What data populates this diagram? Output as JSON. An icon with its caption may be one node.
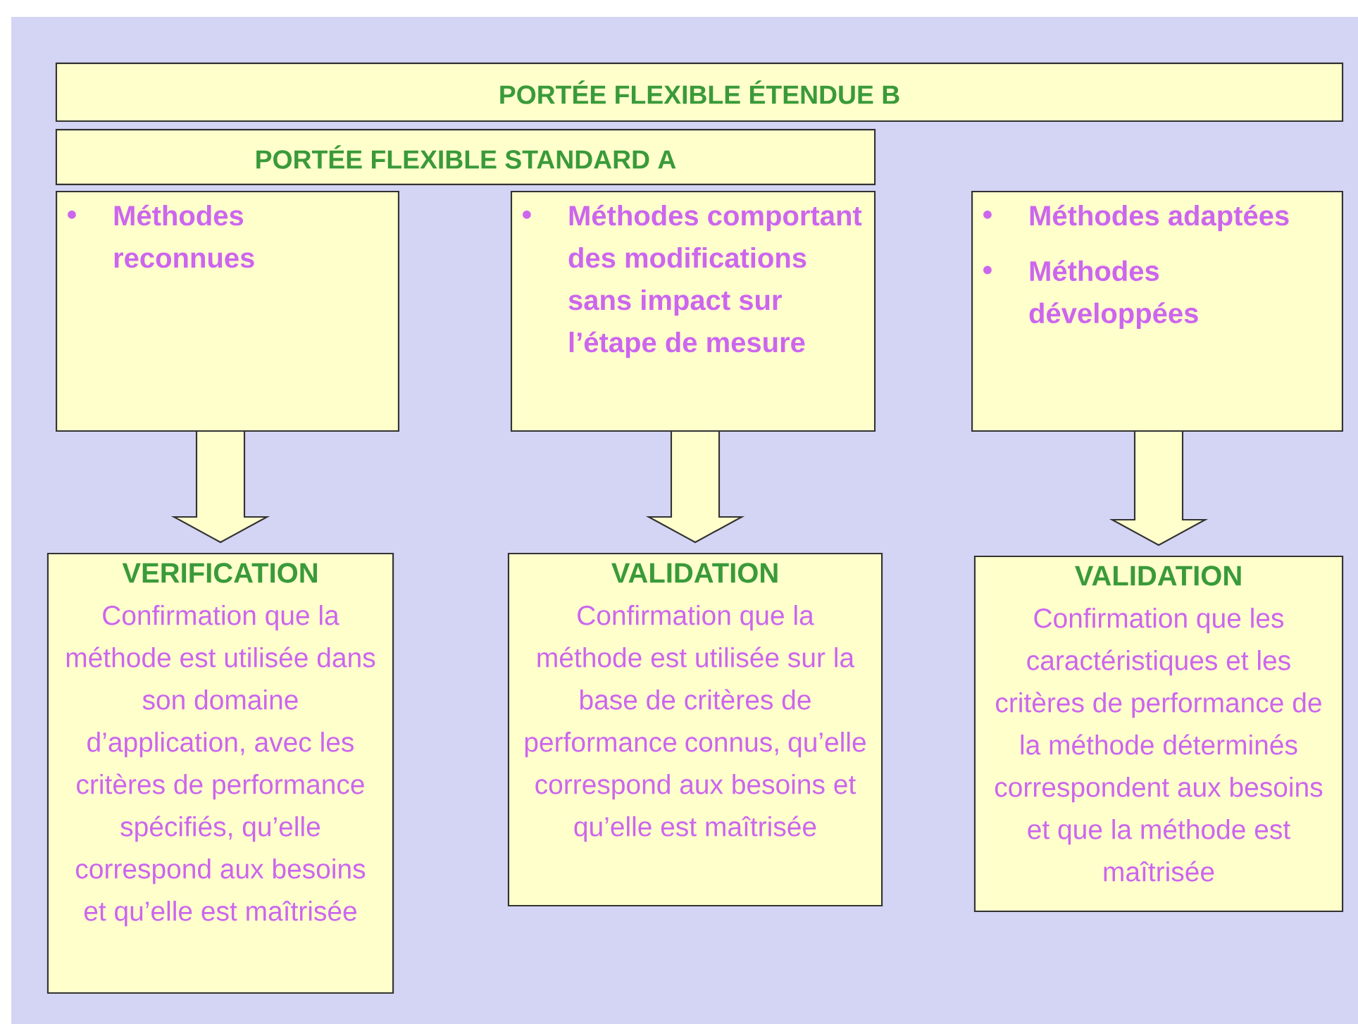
{
  "diagram": {
    "nodes": [
      {
        "text": [
          "PORTÉE FLEXIBLE ÉTENDUE B"
        ]
      },
      {
        "text": [
          "PORTÉE FLEXIBLE STANDARD A"
        ]
      },
      {
        "text": [
          "Méthodes reconnues"
        ]
      },
      {
        "text": [
          "Méthodes comportant des modifications sans impact sur l’étape de mesure"
        ]
      },
      {
        "text": [
          "Méthodes adaptées",
          "Méthodes développées"
        ]
      },
      {
        "text": [
          "VERIFICATION",
          "Confirmation que la méthode est utilisée dans son domaine d’application, avec les critères de performance spécifiés, qu’elle correspond aux besoins et qu’elle est maîtrisée"
        ]
      },
      {
        "text": [
          "VALIDATION",
          "Confirmation que la méthode est utilisée sur la base de critères de performance connus, qu’elle correspond aux besoins et qu’elle est maîtrisée"
        ]
      },
      {
        "text": [
          "VALIDATION",
          "Confirmation que les caractéristiques et les critères de performance de la méthode déterminés correspondent aux besoins et que la méthode est maîtrisée"
        ]
      }
    ],
    "edges": [
      {
        "from": 2,
        "to": 5,
        "arrow": "to"
      },
      {
        "from": 3,
        "to": 6,
        "arrow": "to"
      },
      {
        "from": 4,
        "to": 7,
        "arrow": "to"
      }
    ]
  }
}
